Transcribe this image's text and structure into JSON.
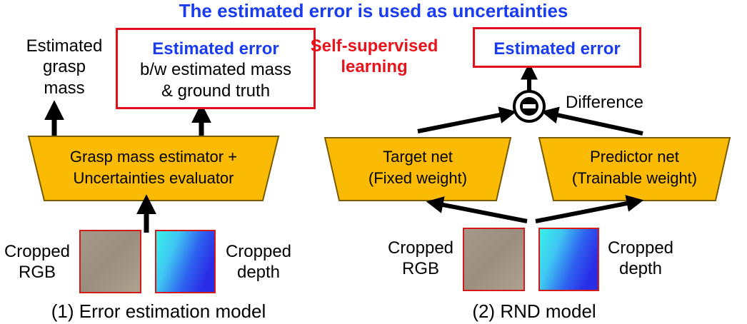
{
  "title": "The estimated error is used as uncertainties",
  "left": {
    "output_label": [
      "Estimated",
      "grasp",
      "mass"
    ],
    "error_box": {
      "heading": "Estimated error",
      "line1": "b/w estimated mass",
      "line2": "& ground truth"
    },
    "model_box": [
      "Grasp mass estimator +",
      "Uncertainties evaluator"
    ],
    "rgb_label": [
      "Cropped",
      "RGB"
    ],
    "depth_label": [
      "Cropped",
      "depth"
    ],
    "caption": "(1) Error estimation model"
  },
  "right": {
    "ssl_label": [
      "Self-supervised",
      "learning"
    ],
    "error_box": "Estimated error",
    "difference_label": "Difference",
    "target_net": [
      "Target net",
      "(Fixed weight)"
    ],
    "predictor_net": [
      "Predictor net",
      "(Trainable weight)"
    ],
    "rgb_label": [
      "Cropped",
      "RGB"
    ],
    "depth_label": [
      "Cropped",
      "depth"
    ],
    "caption": "(2) RND model"
  },
  "colors": {
    "title": "#1a3cf0",
    "emphasis_red": "#e8141c",
    "box_fill": "#fbbb04",
    "box_stroke": "#7a5c00",
    "arrow": "#000000"
  }
}
